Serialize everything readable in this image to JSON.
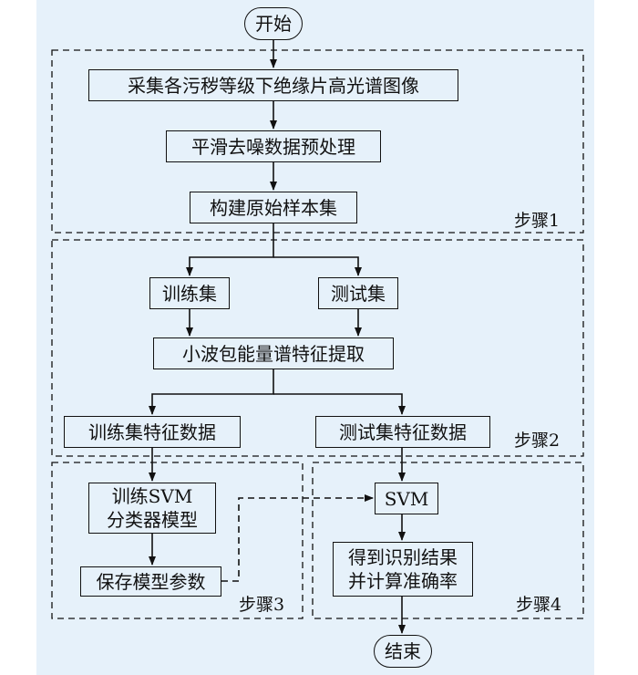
{
  "flow": {
    "start": "开始",
    "collect": "采集各污秽等级下绝缘片高光谱图像",
    "preprocess": "平滑去噪数据预处理",
    "build_set": "构建原始样本集",
    "train_set": "训练集",
    "test_set": "测试集",
    "wavelet": "小波包能量谱特征提取",
    "train_features": "训练集特征数据",
    "test_features": "测试集特征数据",
    "train_svm_line1": "训练SVM",
    "train_svm_line2": "分类器模型",
    "save_params": "保存模型参数",
    "svm": "SVM",
    "result_line1": "得到识别结果",
    "result_line2": "并计算准确率",
    "end": "结束"
  },
  "steps": {
    "step1": "步骤1",
    "step2": "步骤2",
    "step3": "步骤3",
    "step4": "步骤4"
  },
  "colors": {
    "background": "#e6f1fa",
    "line": "#111111"
  }
}
